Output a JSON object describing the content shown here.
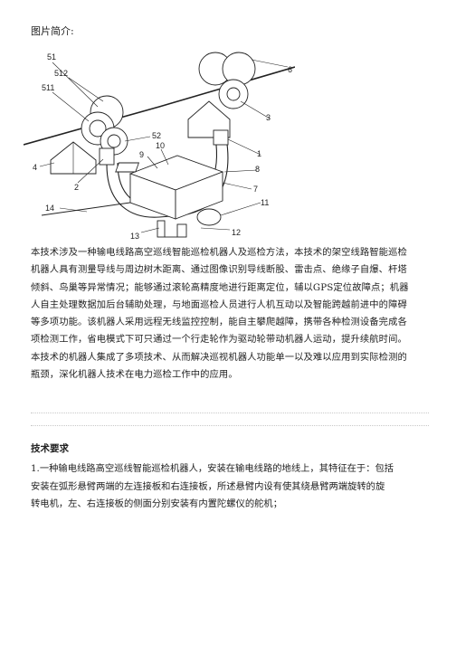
{
  "caption": "图片简介:",
  "figure": {
    "labels": [
      "51",
      "512",
      "511",
      "52",
      "10",
      "9",
      "4",
      "2",
      "14",
      "13",
      "12",
      "11",
      "7",
      "8",
      "1",
      "3",
      "6"
    ]
  },
  "intro_lines": [
    "本技术涉及一种输电线路高空巡线智能巡检机器人及巡检方法，本技术的架空线路智能巡检",
    "机器人具有测量导线与周边树木距离、通过图像识别导线断股、雷击点、绝缘子自爆、杆塔",
    "倾斜、鸟巢等异常情况；能够通过滚轮高精度地进行距离定位，辅以GPS定位故障点；机器",
    "人自主处理数据加后台辅助处理，与地面巡检人员进行人机互动以及智能跨越前进中的障碍",
    "等多项功能。该机器人采用远程无线监控控制，能自主攀爬越障，携带各种检测设备完成各",
    "项检测工作，省电模式下可只通过一个行走轮作为驱动轮带动机器人运动，提升续航时间。",
    "本技术的机器人集成了多项技术、从而解决巡视机器人功能单一以及难以应用到实际检测的",
    "瓶颈，深化机器人技术在电力巡检工作中的应用。"
  ],
  "requirements_title": "技术要求",
  "claim_lines": [
    "1.一种输电线路高空巡线智能巡检机器人，安装在输电线路的地线上，其特征在于：包括",
    "安装在弧形悬臂两端的左连接板和右连接板，所述悬臂内设有使其绕悬臂两端旋转的旋",
    "转电机，左、右连接板的侧面分别安装有内置陀螺仪的舵机；"
  ]
}
